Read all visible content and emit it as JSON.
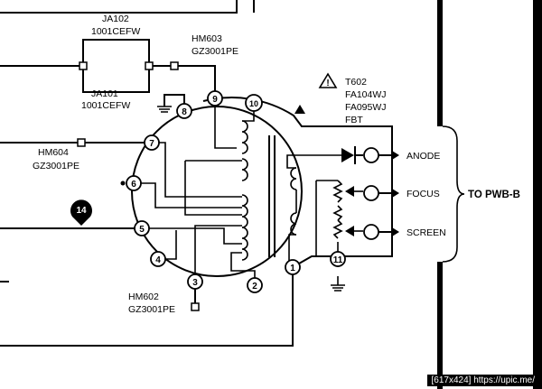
{
  "components": {
    "ja102": {
      "ref": "JA102",
      "part": "1001CEFW"
    },
    "ja101": {
      "ref": "JA101",
      "part": "1001CEFW"
    },
    "hm603": {
      "ref": "HM603",
      "part": "GZ3001PE"
    },
    "hm604": {
      "ref": "HM604",
      "part": "GZ3001PE"
    },
    "hm602": {
      "ref": "HM602",
      "part": "GZ3001PE"
    },
    "t602": {
      "ref": "T602",
      "part1": "FA104WJ",
      "part2": "FA095WJ",
      "type": "FBT"
    }
  },
  "pins": [
    "1",
    "2",
    "3",
    "4",
    "5",
    "6",
    "7",
    "8",
    "9",
    "10",
    "11"
  ],
  "marker": {
    "label": "14"
  },
  "outputs": {
    "anode": "ANODE",
    "focus": "FOCUS",
    "screen": "SCREEN"
  },
  "destination": "TO PWB-B",
  "watermark": "[617x424] https://upic.me/"
}
